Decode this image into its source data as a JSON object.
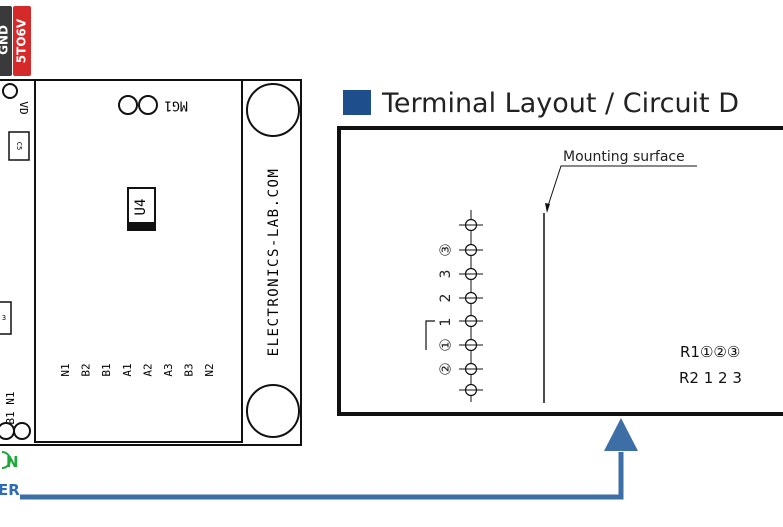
{
  "board": {
    "silkscreen": "ELECTRONICS-LAB.COM",
    "ic_label": "U4",
    "mg_label": "MG1",
    "pin_labels": [
      "N1",
      "B2",
      "B1",
      "A1",
      "A2",
      "A3",
      "B3",
      "N2"
    ],
    "left_top_label": "VD",
    "left_bottom_label": "B1 N1",
    "c_label": "C5",
    "side_label_3": "3"
  },
  "supply_tags": {
    "gnd": "GND",
    "range": "5TO6V"
  },
  "bottom_left": {
    "on_text": "N",
    "er_text": "ER"
  },
  "panel": {
    "title": "Terminal Layout / Circuit D",
    "mounting_label": "Mounting surface",
    "col_labels": [
      "3",
      "2",
      "1"
    ],
    "circled_left": [
      "③",
      "①",
      "②"
    ],
    "r1_label": "R1①②③",
    "r2_label": "R2 1 2 3"
  },
  "colors": {
    "title_square": "#1e4e8c",
    "arrow": "#3e6ea6",
    "tag_dark": "#3a3a3a",
    "tag_red": "#d62a2a",
    "green_text": "#1fa83a",
    "blue_text": "#2e6db4"
  }
}
